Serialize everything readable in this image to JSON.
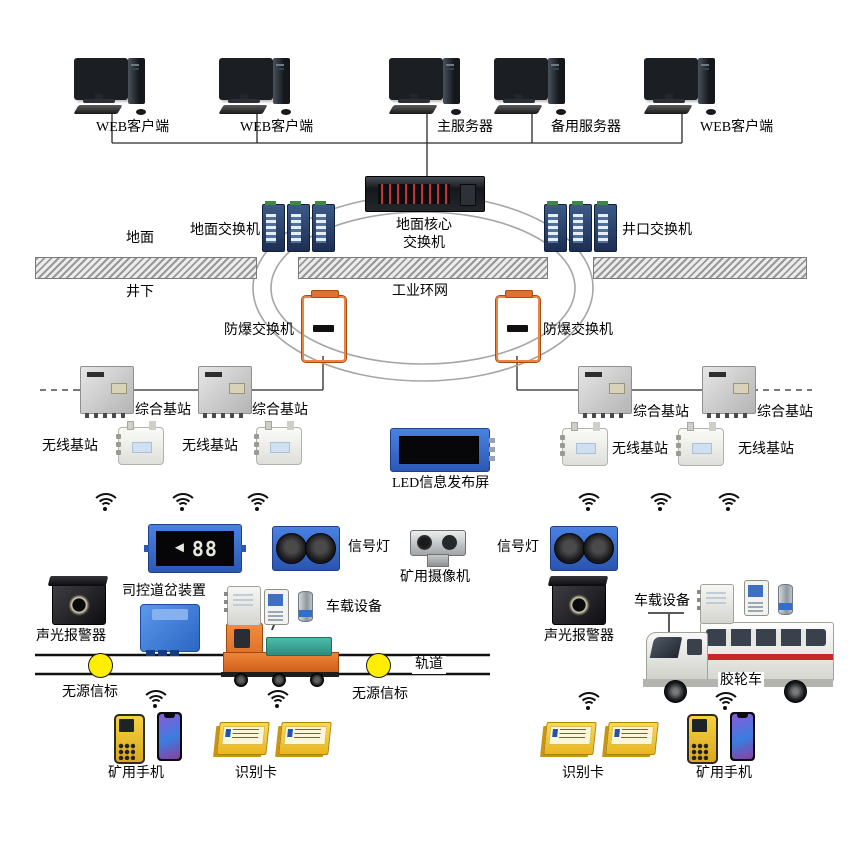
{
  "colors": {
    "device_blue": "#3a6fd0",
    "screen_blue": "#149ae8",
    "explosionproof_orange": "#e8763a",
    "locomotive_orange": "#e87a2e",
    "battery_teal": "#3aa89a",
    "beacon_yellow": "#ffee00",
    "card_yellow": "#f0c22e",
    "truck_stripe_red": "#c62828",
    "ring_gray": "#a6a6a6",
    "line_black": "#1a1a1a"
  },
  "nodes": {
    "computers": [
      {
        "label": "WEB客户端"
      },
      {
        "label": "WEB客户端"
      },
      {
        "label": "主服务器"
      },
      {
        "label": "备用服务器"
      },
      {
        "label": "WEB客户端"
      }
    ],
    "core_switch": {
      "line1": "地面核心",
      "line2": "交换机"
    },
    "ground_switch": "地面交换机",
    "wellhead_switch": "井口交换机",
    "surface": "地面",
    "underground": "井下",
    "ring": "工业环网",
    "ex_switch_left": "防爆交换机",
    "ex_switch_right": "防爆交换机",
    "base_stations": [
      "综合基站",
      "综合基站",
      "综合基站",
      "综合基站"
    ],
    "wireless_stations": [
      "无线基站",
      "无线基站",
      "无线基站",
      "无线基站"
    ],
    "led_screen": "LED信息发布屏",
    "switch_controller": "司控道岔装置",
    "sign": {
      "arrow": "◄",
      "value": "88"
    },
    "signal_left": "信号灯",
    "signal_right": "信号灯",
    "camera": "矿用摄像机",
    "vehicle_left": "车载设备",
    "vehicle_right": "车载设备",
    "alarm_left": "声光报警器",
    "alarm_right": "声光报警器",
    "track": "轨道",
    "beacon_left": "无源信标",
    "beacon_right": "无源信标",
    "truck": "胶轮车",
    "phone_left": "矿用手机",
    "phone_right": "矿用手机",
    "card_left": "识别卡",
    "card_right": "识别卡"
  }
}
